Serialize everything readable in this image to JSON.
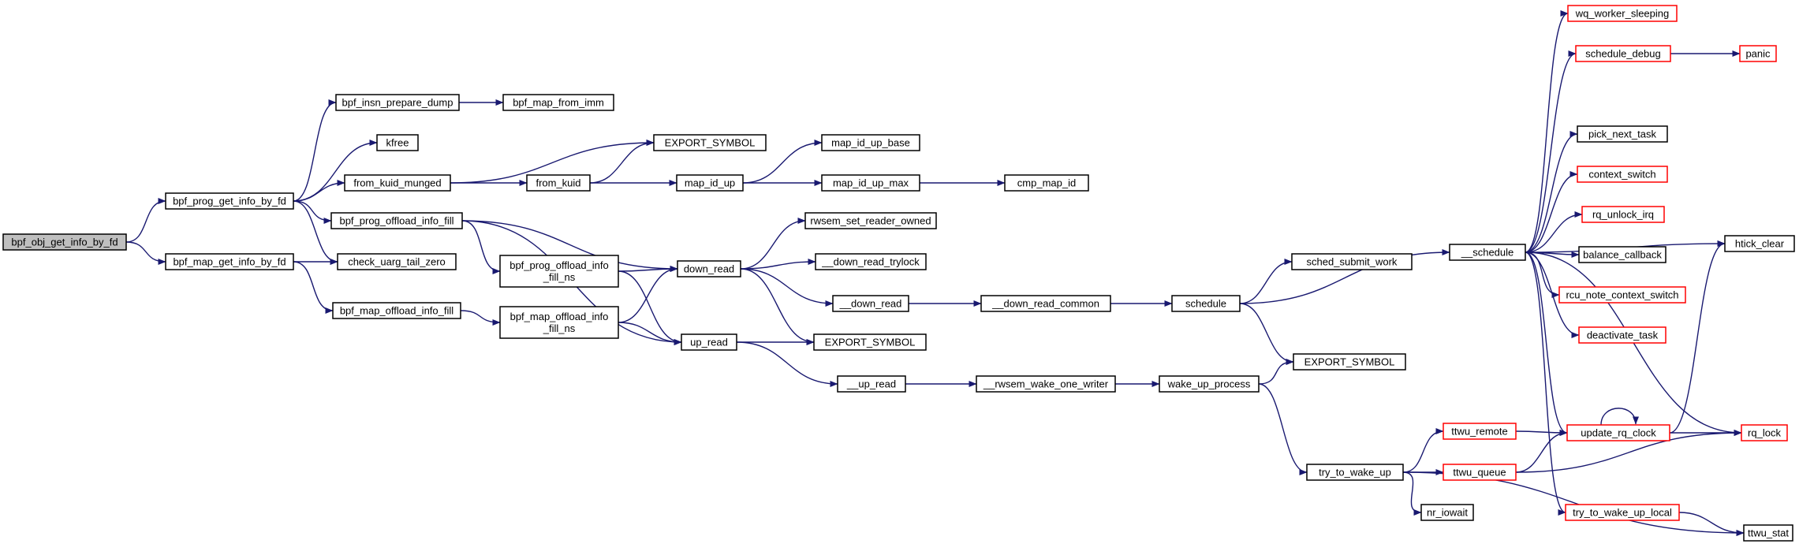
{
  "colors": {
    "edge": "#191970",
    "border_normal": "#000000",
    "border_truncated": "#ff0000",
    "fill_normal": "#ffffff",
    "fill_root": "#bfbfbf"
  },
  "nodes": [
    {
      "id": "n0",
      "lines": [
        "bpf_obj_get_info_by_fd"
      ],
      "kind": "root"
    },
    {
      "id": "n1",
      "lines": [
        "bpf_prog_get_info_by_fd"
      ],
      "kind": "normal"
    },
    {
      "id": "n2",
      "lines": [
        "bpf_map_get_info_by_fd"
      ],
      "kind": "normal"
    },
    {
      "id": "n3",
      "lines": [
        "bpf_insn_prepare_dump"
      ],
      "kind": "normal"
    },
    {
      "id": "n4",
      "lines": [
        "kfree"
      ],
      "kind": "normal"
    },
    {
      "id": "n5",
      "lines": [
        "from_kuid_munged"
      ],
      "kind": "normal"
    },
    {
      "id": "n6",
      "lines": [
        "bpf_prog_offload_info_fill"
      ],
      "kind": "normal"
    },
    {
      "id": "n7",
      "lines": [
        "check_uarg_tail_zero"
      ],
      "kind": "normal"
    },
    {
      "id": "n8",
      "lines": [
        "bpf_map_offload_info_fill"
      ],
      "kind": "normal"
    },
    {
      "id": "n9",
      "lines": [
        "bpf_map_from_imm"
      ],
      "kind": "normal"
    },
    {
      "id": "n10",
      "lines": [
        "EXPORT_SYMBOL"
      ],
      "kind": "normal"
    },
    {
      "id": "n11",
      "lines": [
        "from_kuid"
      ],
      "kind": "normal"
    },
    {
      "id": "n12",
      "lines": [
        "bpf_prog_offload_info",
        "_fill_ns"
      ],
      "kind": "normal"
    },
    {
      "id": "n13",
      "lines": [
        "bpf_map_offload_info",
        "_fill_ns"
      ],
      "kind": "normal"
    },
    {
      "id": "n14",
      "lines": [
        "map_id_up"
      ],
      "kind": "normal"
    },
    {
      "id": "n15",
      "lines": [
        "down_read"
      ],
      "kind": "normal"
    },
    {
      "id": "n16",
      "lines": [
        "up_read"
      ],
      "kind": "normal"
    },
    {
      "id": "n17",
      "lines": [
        "map_id_up_base"
      ],
      "kind": "normal"
    },
    {
      "id": "n18",
      "lines": [
        "map_id_up_max"
      ],
      "kind": "normal"
    },
    {
      "id": "n19",
      "lines": [
        "rwsem_set_reader_owned"
      ],
      "kind": "normal"
    },
    {
      "id": "n20",
      "lines": [
        "__down_read_trylock"
      ],
      "kind": "normal"
    },
    {
      "id": "n21",
      "lines": [
        "__down_read"
      ],
      "kind": "normal"
    },
    {
      "id": "n22",
      "lines": [
        "EXPORT_SYMBOL"
      ],
      "kind": "normal"
    },
    {
      "id": "n23",
      "lines": [
        "__up_read"
      ],
      "kind": "normal"
    },
    {
      "id": "n24",
      "lines": [
        "cmp_map_id"
      ],
      "kind": "normal"
    },
    {
      "id": "n25",
      "lines": [
        "__down_read_common"
      ],
      "kind": "normal"
    },
    {
      "id": "n26",
      "lines": [
        "__rwsem_wake_one_writer"
      ],
      "kind": "normal"
    },
    {
      "id": "n27",
      "lines": [
        "schedule"
      ],
      "kind": "normal"
    },
    {
      "id": "n28",
      "lines": [
        "wake_up_process"
      ],
      "kind": "normal"
    },
    {
      "id": "n29",
      "lines": [
        "sched_submit_work"
      ],
      "kind": "normal"
    },
    {
      "id": "n30",
      "lines": [
        "EXPORT_SYMBOL"
      ],
      "kind": "normal"
    },
    {
      "id": "n31",
      "lines": [
        "try_to_wake_up"
      ],
      "kind": "normal"
    },
    {
      "id": "n32",
      "lines": [
        "__schedule"
      ],
      "kind": "normal"
    },
    {
      "id": "n33",
      "lines": [
        "ttwu_remote"
      ],
      "kind": "truncated"
    },
    {
      "id": "n34",
      "lines": [
        "ttwu_queue"
      ],
      "kind": "truncated"
    },
    {
      "id": "n35",
      "lines": [
        "nr_iowait"
      ],
      "kind": "normal"
    },
    {
      "id": "n36",
      "lines": [
        "wq_worker_sleeping"
      ],
      "kind": "truncated"
    },
    {
      "id": "n37",
      "lines": [
        "schedule_debug"
      ],
      "kind": "truncated"
    },
    {
      "id": "n38",
      "lines": [
        "pick_next_task"
      ],
      "kind": "normal"
    },
    {
      "id": "n39",
      "lines": [
        "context_switch"
      ],
      "kind": "truncated"
    },
    {
      "id": "n40",
      "lines": [
        "rq_unlock_irq"
      ],
      "kind": "truncated"
    },
    {
      "id": "n41",
      "lines": [
        "balance_callback"
      ],
      "kind": "normal"
    },
    {
      "id": "n42",
      "lines": [
        "rcu_note_context_switch"
      ],
      "kind": "truncated"
    },
    {
      "id": "n43",
      "lines": [
        "deactivate_task"
      ],
      "kind": "truncated"
    },
    {
      "id": "n44",
      "lines": [
        "update_rq_clock"
      ],
      "kind": "truncated"
    },
    {
      "id": "n45",
      "lines": [
        "try_to_wake_up_local"
      ],
      "kind": "truncated"
    },
    {
      "id": "n46",
      "lines": [
        "panic"
      ],
      "kind": "truncated"
    },
    {
      "id": "n47",
      "lines": [
        "htick_clear"
      ],
      "kind": "normal"
    },
    {
      "id": "n48",
      "lines": [
        "rq_lock"
      ],
      "kind": "truncated"
    },
    {
      "id": "n49",
      "lines": [
        "ttwu_stat"
      ],
      "kind": "normal"
    }
  ],
  "edges": [
    [
      "n0",
      "n1"
    ],
    [
      "n0",
      "n2"
    ],
    [
      "n1",
      "n3"
    ],
    [
      "n1",
      "n4"
    ],
    [
      "n1",
      "n5"
    ],
    [
      "n1",
      "n6"
    ],
    [
      "n1",
      "n7"
    ],
    [
      "n2",
      "n7"
    ],
    [
      "n2",
      "n8"
    ],
    [
      "n3",
      "n9"
    ],
    [
      "n5",
      "n10"
    ],
    [
      "n5",
      "n11"
    ],
    [
      "n11",
      "n10"
    ],
    [
      "n11",
      "n14"
    ],
    [
      "n14",
      "n17"
    ],
    [
      "n14",
      "n18"
    ],
    [
      "n18",
      "n24"
    ],
    [
      "n6",
      "n15"
    ],
    [
      "n6",
      "n12"
    ],
    [
      "n6",
      "n16"
    ],
    [
      "n8",
      "n13"
    ],
    [
      "n12",
      "n15"
    ],
    [
      "n12",
      "n16"
    ],
    [
      "n13",
      "n15"
    ],
    [
      "n13",
      "n16"
    ],
    [
      "n15",
      "n19"
    ],
    [
      "n15",
      "n20"
    ],
    [
      "n15",
      "n21"
    ],
    [
      "n15",
      "n22"
    ],
    [
      "n16",
      "n22"
    ],
    [
      "n16",
      "n23"
    ],
    [
      "n21",
      "n25"
    ],
    [
      "n25",
      "n27"
    ],
    [
      "n23",
      "n26"
    ],
    [
      "n26",
      "n28"
    ],
    [
      "n27",
      "n29"
    ],
    [
      "n27",
      "n30"
    ],
    [
      "n27",
      "n32"
    ],
    [
      "n28",
      "n30"
    ],
    [
      "n28",
      "n31"
    ],
    [
      "n31",
      "n33"
    ],
    [
      "n31",
      "n34"
    ],
    [
      "n31",
      "n35"
    ],
    [
      "n31",
      "n49"
    ],
    [
      "n33",
      "n44"
    ],
    [
      "n34",
      "n44"
    ],
    [
      "n34",
      "n48"
    ],
    [
      "n32",
      "n36"
    ],
    [
      "n32",
      "n37"
    ],
    [
      "n32",
      "n47"
    ],
    [
      "n32",
      "n38"
    ],
    [
      "n32",
      "n39"
    ],
    [
      "n32",
      "n40"
    ],
    [
      "n32",
      "n41"
    ],
    [
      "n32",
      "n42"
    ],
    [
      "n32",
      "n43"
    ],
    [
      "n32",
      "n44"
    ],
    [
      "n32",
      "n48"
    ],
    [
      "n32",
      "n45"
    ],
    [
      "n37",
      "n46"
    ],
    [
      "n44",
      "n44"
    ],
    [
      "n44",
      "n48"
    ],
    [
      "n44",
      "n47"
    ],
    [
      "n45",
      "n49"
    ]
  ]
}
